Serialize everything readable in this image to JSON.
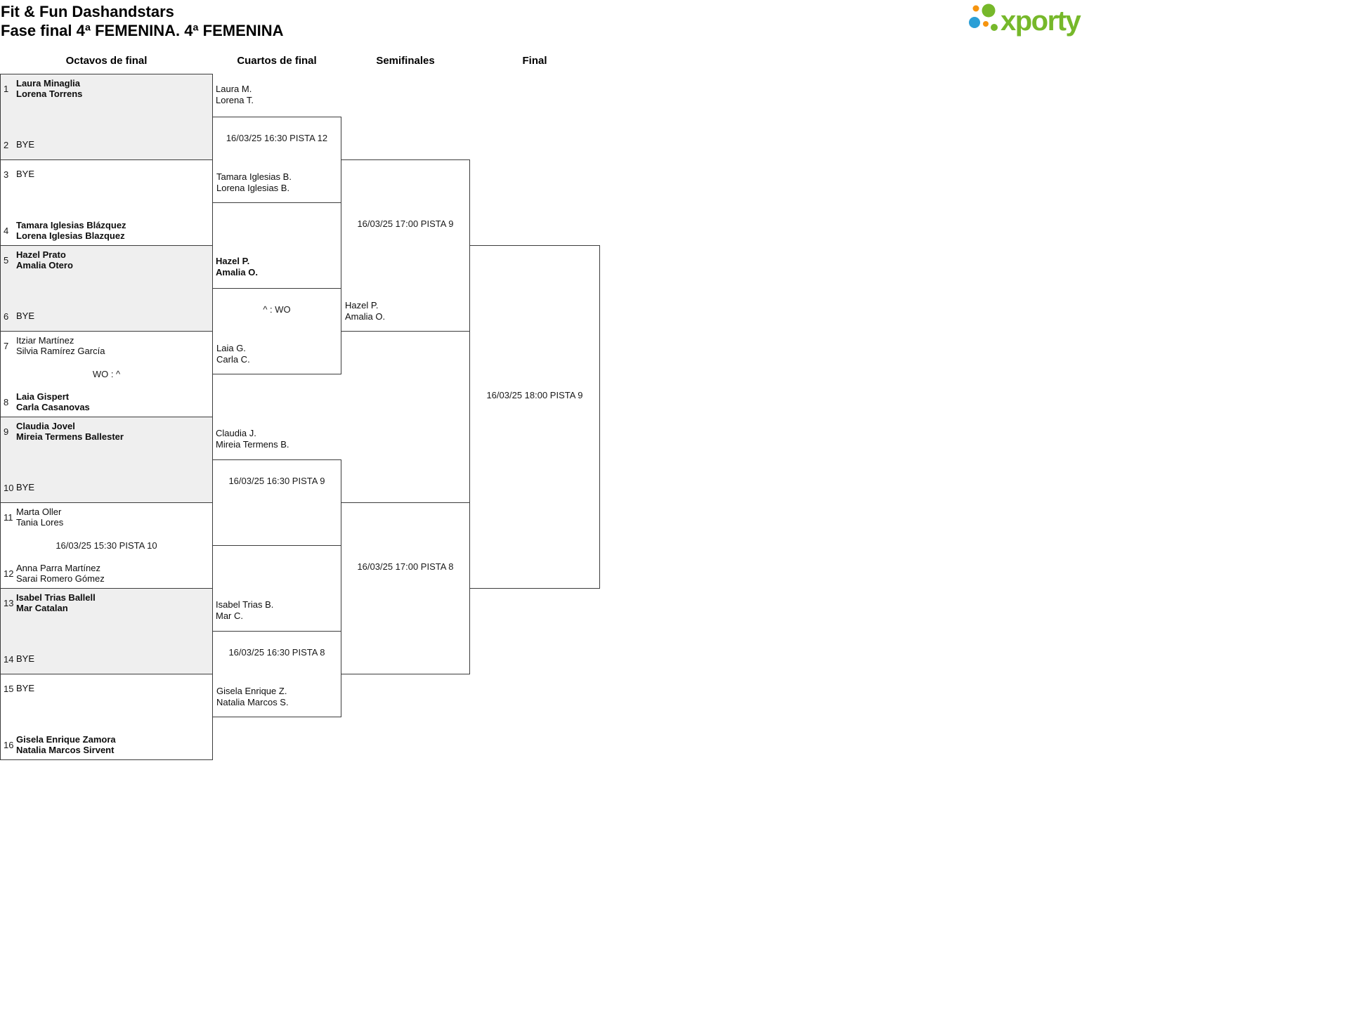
{
  "header": {
    "title": "Fit & Fun Dashandstars",
    "subtitle": "Fase final 4ª FEMENINA. 4ª FEMENINA"
  },
  "logo": {
    "text": "xporty"
  },
  "rounds": {
    "r16": "Octavos de final",
    "qf": "Cuartos de final",
    "sf": "Semifinales",
    "final": "Final"
  },
  "r16": {
    "m1": {
      "top": {
        "seed": "1",
        "name1": "Laura Minaglia",
        "name2": "Lorena Torrens"
      },
      "bottom": {
        "seed": "2",
        "name1": "BYE"
      }
    },
    "m2": {
      "top": {
        "seed": "3",
        "name1": "BYE"
      },
      "bottom": {
        "seed": "4",
        "name1": "Tamara Iglesias Blázquez",
        "name2": "Lorena Iglesias Blazquez"
      }
    },
    "m3": {
      "top": {
        "seed": "5",
        "name1": "Hazel Prato",
        "name2": "Amalia Otero"
      },
      "bottom": {
        "seed": "6",
        "name1": "BYE"
      }
    },
    "m4": {
      "result": "WO : ^",
      "top": {
        "seed": "7",
        "name1": "Itziar Martínez",
        "name2": "Silvia Ramírez García"
      },
      "bottom": {
        "seed": "8",
        "name1": "Laia Gispert",
        "name2": "Carla Casanovas"
      }
    },
    "m5": {
      "top": {
        "seed": "9",
        "name1": "Claudia Jovel",
        "name2": "Mireia Termens Ballester"
      },
      "bottom": {
        "seed": "10",
        "name1": "BYE"
      }
    },
    "m6": {
      "schedule": "16/03/25 15:30 PISTA 10",
      "top": {
        "seed": "11",
        "name1": "Marta Oller",
        "name2": "Tania Lores"
      },
      "bottom": {
        "seed": "12",
        "name1": "Anna Parra Martínez",
        "name2": "Sarai Romero Gómez"
      }
    },
    "m7": {
      "top": {
        "seed": "13",
        "name1": "Isabel Trias Ballell",
        "name2": "Mar Catalan"
      },
      "bottom": {
        "seed": "14",
        "name1": "BYE"
      }
    },
    "m8": {
      "top": {
        "seed": "15",
        "name1": "BYE"
      },
      "bottom": {
        "seed": "16",
        "name1": "Gisela Enrique Zamora",
        "name2": "Natalia Marcos Sirvent"
      }
    }
  },
  "qf": {
    "m1": {
      "top": {
        "name1": "Laura M.",
        "name2": "Lorena T."
      },
      "schedule": "16/03/25 16:30 PISTA 12",
      "bottom": {
        "name1": "Tamara Iglesias B.",
        "name2": "Lorena Iglesias B."
      }
    },
    "m2": {
      "top": {
        "name1": "Hazel P.",
        "name2": "Amalia O."
      },
      "result": "^ : WO",
      "bottom": {
        "name1": "Laia G.",
        "name2": "Carla C."
      }
    },
    "m3": {
      "top": {
        "name1": "Claudia J.",
        "name2": "Mireia Termens B."
      },
      "schedule": "16/03/25 16:30 PISTA 9"
    },
    "m4": {
      "top": {
        "name1": "Isabel Trias B.",
        "name2": "Mar C."
      },
      "schedule": "16/03/25 16:30 PISTA 8",
      "bottom": {
        "name1": "Gisela Enrique Z.",
        "name2": "Natalia Marcos S."
      }
    }
  },
  "sf": {
    "m1": {
      "schedule": "16/03/25 17:00 PISTA 9",
      "bottom": {
        "name1": "Hazel P.",
        "name2": "Amalia O."
      }
    },
    "m2": {
      "schedule": "16/03/25 17:00 PISTA 8"
    }
  },
  "final": {
    "m1": {
      "schedule": "16/03/25 18:00 PISTA 9"
    }
  }
}
